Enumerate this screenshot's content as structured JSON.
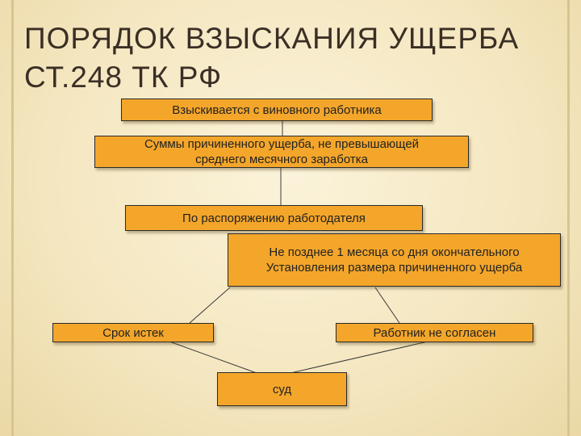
{
  "title": {
    "line1": "ПОРЯДОК ВЗЫСКАНИЯ УЩЕРБА",
    "line2": "СТ.248 ТК РФ"
  },
  "boxes": {
    "guilty_employee": "Взыскивается с виновного работника",
    "amount": {
      "line1": "Суммы причиненного ущерба, не превышающей",
      "line2": "среднего месячного заработка"
    },
    "employer_order": "По распоряжению работодателя",
    "deadline": {
      "line1": "Не позднее 1 месяца  со дня окончательного",
      "line2": "Установления размера причиненного ущерба"
    },
    "term_expired": "Срок истек",
    "employee_disagrees": "Работник не согласен",
    "court": "суд"
  },
  "colors": {
    "box_fill": "#f4a62a",
    "box_border": "#2a2a2a",
    "title_text": "#3a2f25",
    "background": "#f4e6bf"
  }
}
